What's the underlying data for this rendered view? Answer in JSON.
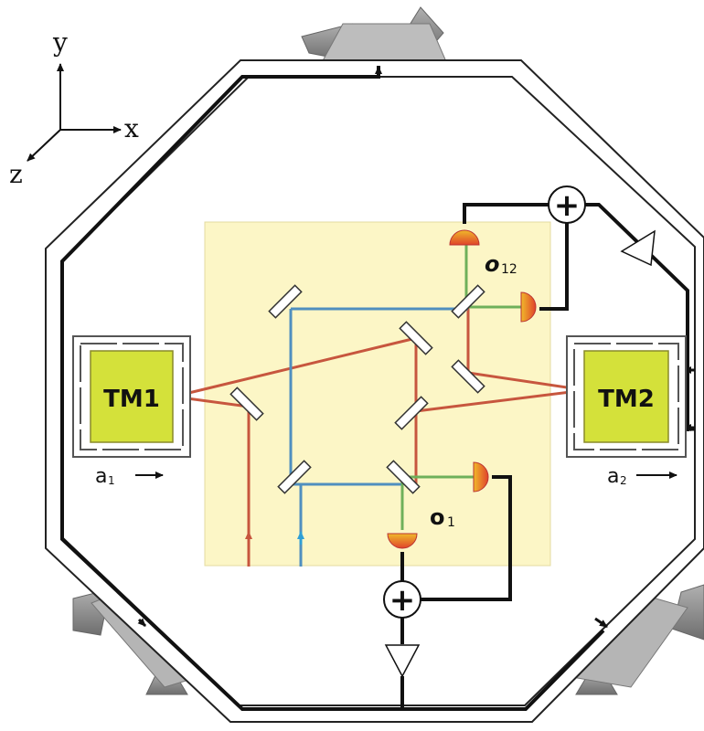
{
  "axes": {
    "y": "y",
    "x": "x",
    "z": "z"
  },
  "test_masses": [
    {
      "label": "TM1",
      "accel_label": "a",
      "accel_sub": "1"
    },
    {
      "label": "TM2",
      "accel_label": "a",
      "accel_sub": "2"
    }
  ],
  "outputs": {
    "o1": {
      "label": "o",
      "sub": "1"
    },
    "o12": {
      "label": "o",
      "sub": "12"
    }
  },
  "summing_symbol": "+",
  "colors": {
    "bench": "#fcf6c6",
    "tm_fill": "#d4e13a",
    "beam_red": "#c7563e",
    "beam_blue": "#4f8fbf",
    "beam_green": "#6fb05a",
    "thruster": "#8c8c8c"
  }
}
